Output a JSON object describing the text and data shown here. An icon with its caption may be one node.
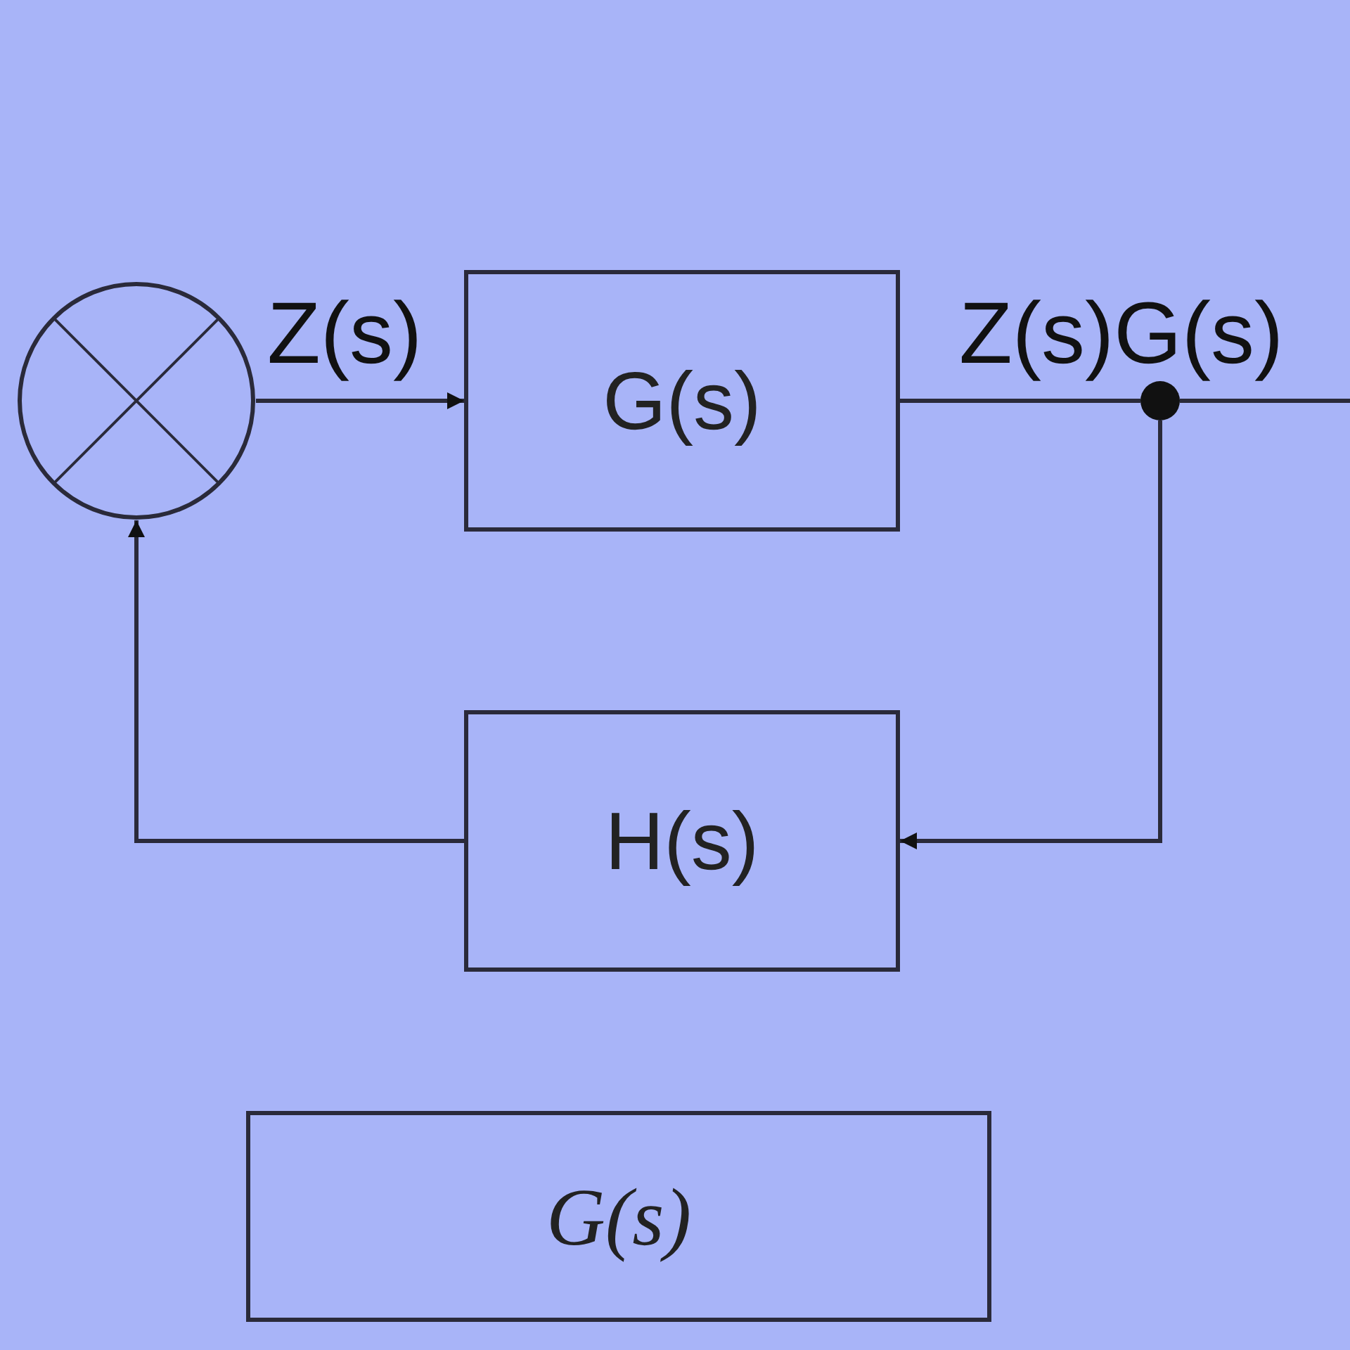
{
  "diagram": {
    "nodes": [
      {
        "text": [],
        "shape": "circle"
      },
      {
        "text": [
          "G(s)"
        ]
      },
      {
        "text": [],
        "shape": "circle"
      },
      {
        "text": [
          "H(s)"
        ]
      },
      {
        "text": [
          "G(s)"
        ]
      }
    ],
    "edges": [
      {
        "from": 0,
        "to": 1,
        "arrow": "to",
        "label": "Z(s)"
      },
      {
        "from": 1,
        "to": 2,
        "arrow": "none"
      },
      {
        "from": 2,
        "to": null,
        "arrow": "none"
      },
      {
        "from": 2,
        "to": 3,
        "arrow": "to"
      },
      {
        "from": 3,
        "to": 0,
        "arrow": "to"
      }
    ],
    "labels": [
      "Z(s)G(s)"
    ]
  }
}
